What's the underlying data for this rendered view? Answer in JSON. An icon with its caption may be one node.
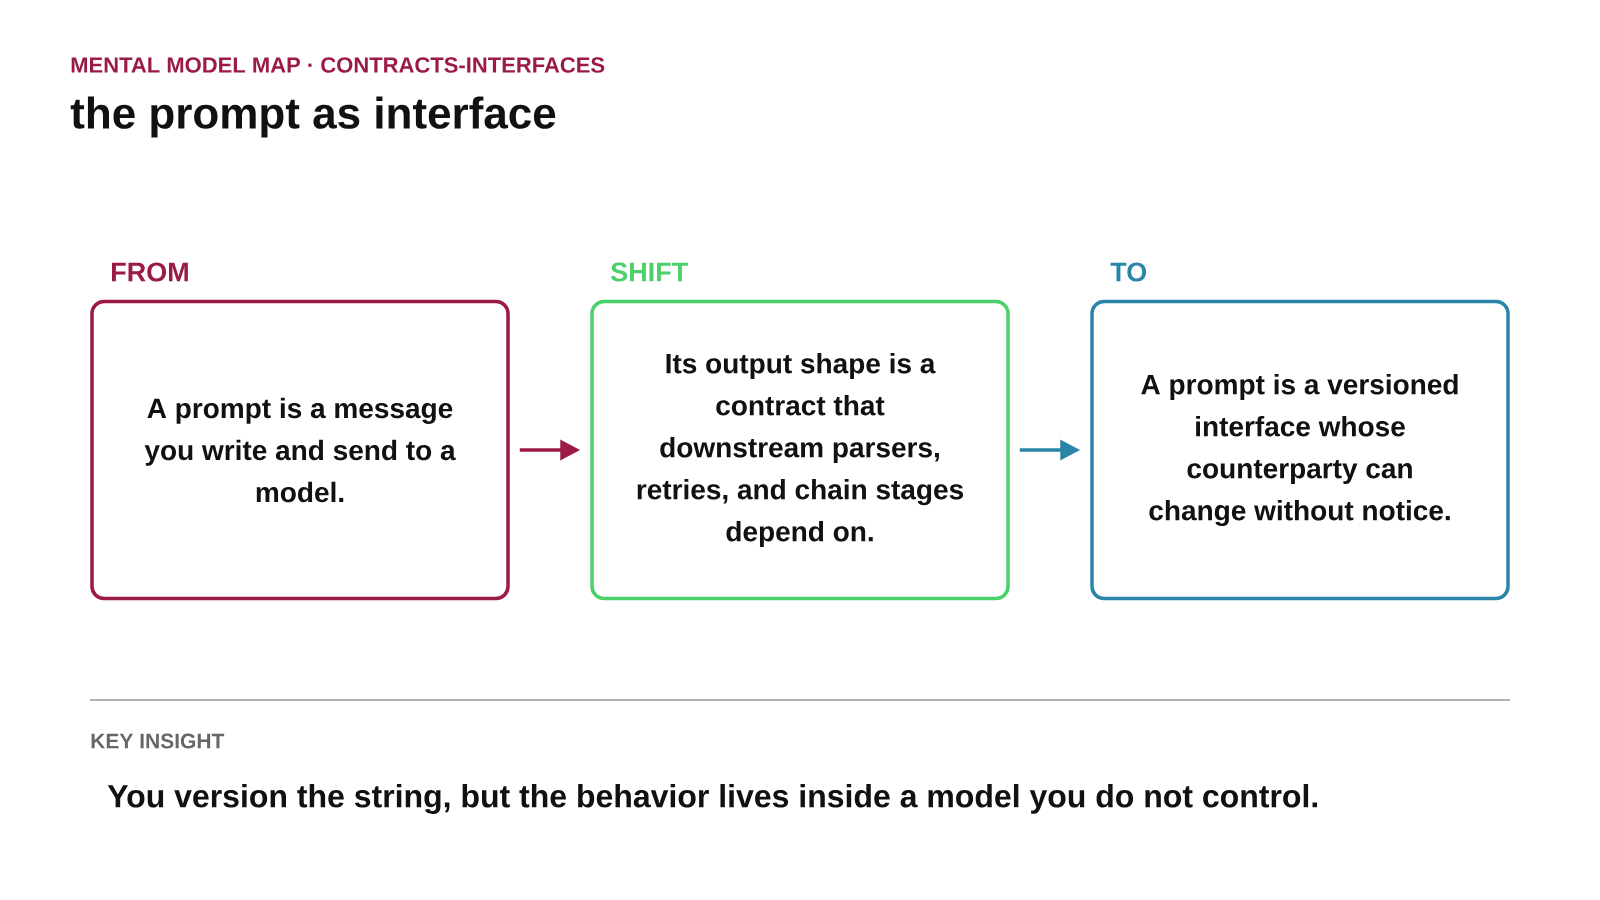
{
  "diagram": {
    "title": "the prompt as interface",
    "nodes": [
      {
        "text": [
          "FROM",
          "A prompt is a message you write and send to a model."
        ]
      },
      {
        "text": [
          "SHIFT",
          "Its output shape is a contract that downstream parsers, retries, and chain stages depend on."
        ]
      },
      {
        "text": [
          "TO",
          "A prompt is a versioned interface whose counterparty can change without notice."
        ]
      }
    ],
    "edges": [
      {
        "from": 0,
        "to": 1,
        "arrow": "to",
        "color": "#9b1b45"
      },
      {
        "from": 1,
        "to": 2,
        "arrow": "to",
        "color": "#2a86a8"
      }
    ],
    "labels": [
      "MENTAL MODEL MAP · CONTRACTS-INTERFACES",
      "KEY INSIGHT",
      "You version the string, but the behavior lives inside a model you do not control."
    ]
  }
}
